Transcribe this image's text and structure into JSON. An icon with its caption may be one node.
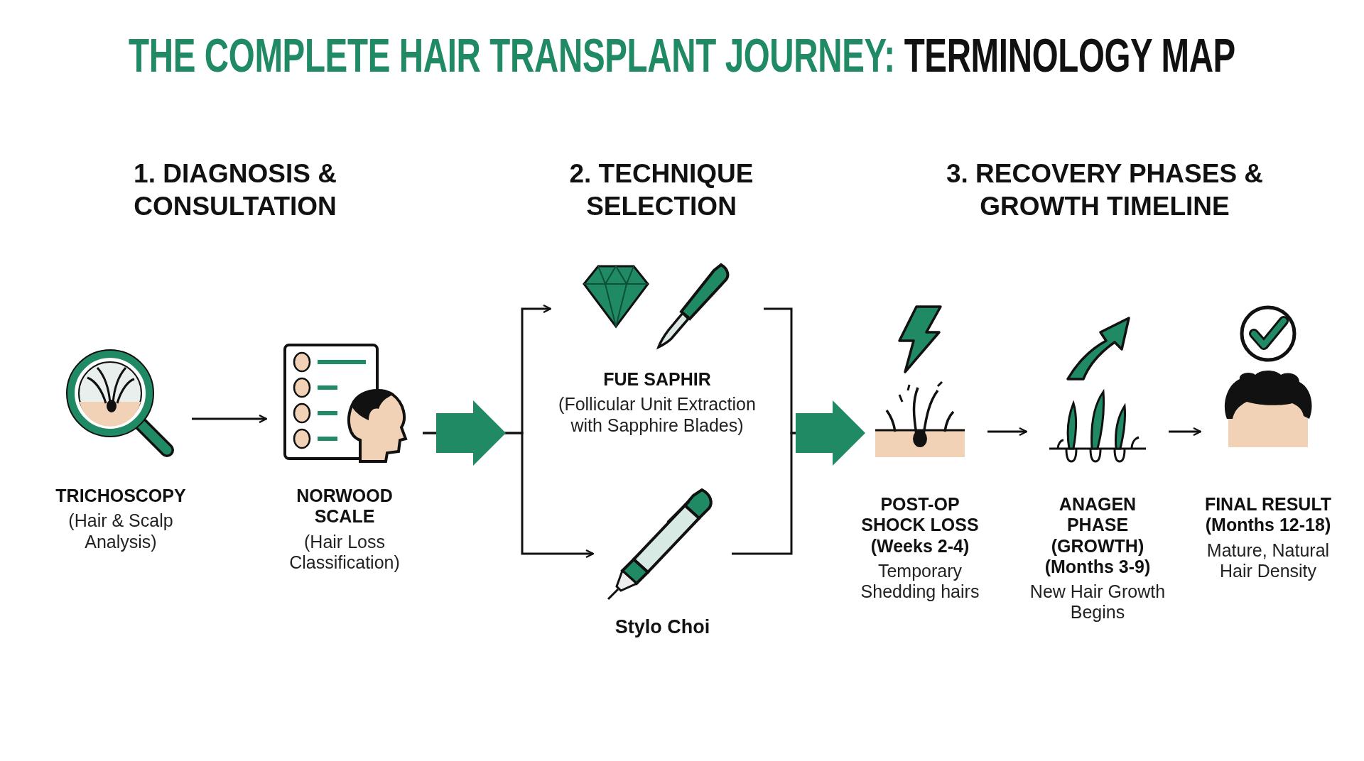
{
  "diagram": {
    "title": "THE COMPLETE HAIR TRANSPLANT JOURNEY: TERMINOLOGY MAP",
    "nodes": [
      {
        "text": [
          "TRICHOSCOPY",
          "(Hair & Scalp Analysis)"
        ]
      },
      {
        "text": [
          "NORWOOD SCALE",
          "(Hair Loss Classification)"
        ]
      },
      {
        "text": [
          "FUE SAPHIR",
          "(Follicular Unit Extraction with Sapphire Blades)"
        ]
      },
      {
        "text": [
          "Stylo Choi"
        ]
      },
      {
        "text": [
          "POST-OP SHOCK LOSS (Weeks 2-4)",
          "Temporary Shedding hairs"
        ]
      },
      {
        "text": [
          "ANAGEN PHASE (GROWTH) (Months 3-9)",
          "New Hair Growth Begins"
        ]
      },
      {
        "text": [
          "FINAL RESULT (Months 12-18)",
          "Mature, Natural Hair Density"
        ]
      }
    ],
    "edges": [
      {
        "from": 0,
        "to": 1,
        "arrow": "to"
      },
      {
        "from": 1,
        "to": 2,
        "arrow": "to"
      },
      {
        "from": 1,
        "to": 3,
        "arrow": "to"
      },
      {
        "from": 2,
        "to": 4,
        "arrow": "to"
      },
      {
        "from": 3,
        "to": 4,
        "arrow": "to"
      },
      {
        "from": 4,
        "to": 5,
        "arrow": "to"
      },
      {
        "from": 5,
        "to": 6,
        "arrow": "to"
      }
    ],
    "labels": [
      "1. DIAGNOSIS & CONSULTATION",
      "2. TECHNIQUE SELECTION",
      "3. RECOVERY PHASES & GROWTH TIMELINE"
    ]
  }
}
